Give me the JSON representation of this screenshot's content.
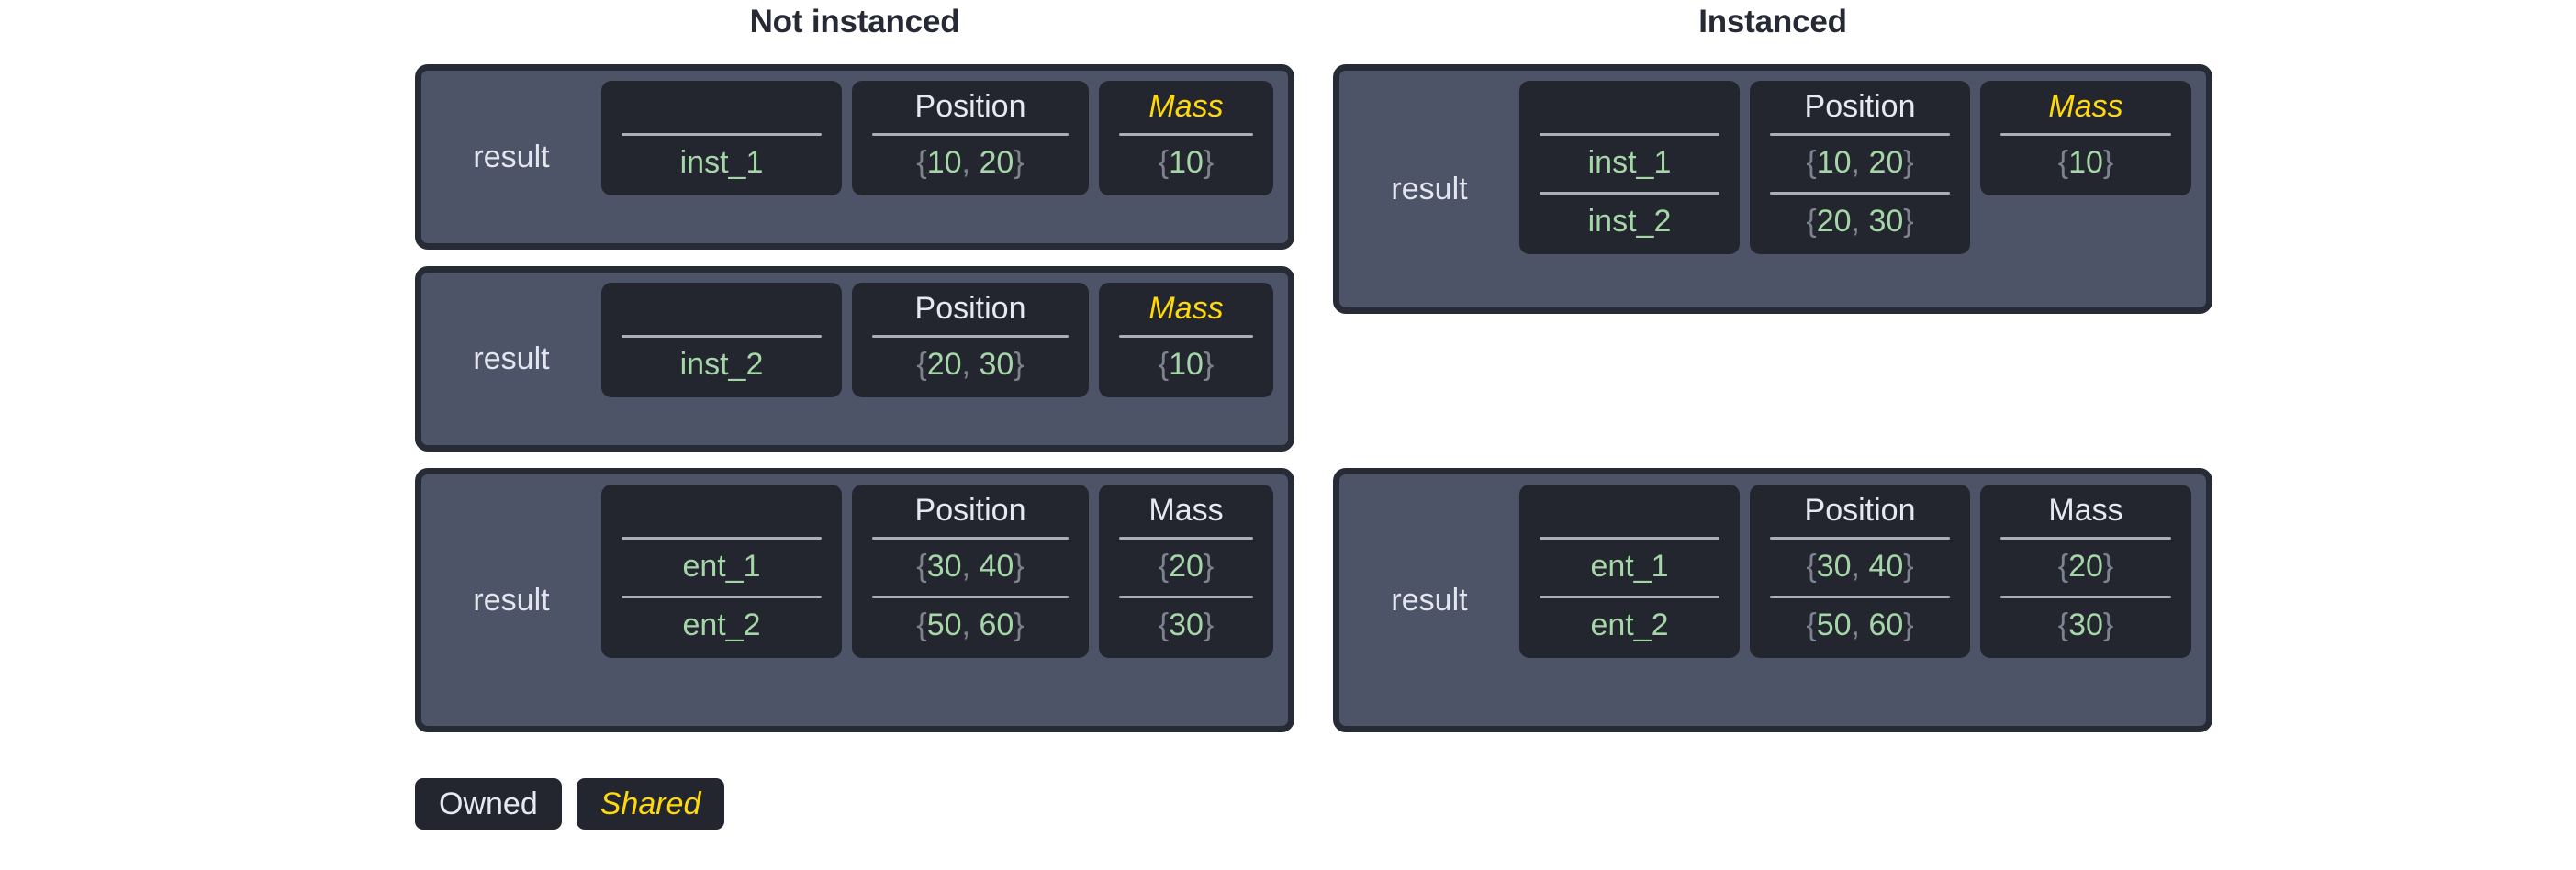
{
  "columns": [
    {
      "key": "not_instanced",
      "title": "Not instanced"
    },
    {
      "key": "instanced",
      "title": "Instanced"
    }
  ],
  "colors": {
    "owned_text": "#e6e9f0",
    "shared_text": "#ffd90a",
    "value_green": "#a5d6a7",
    "brace_gray": "#7d828f",
    "panel_slate": "#4e5468",
    "cell_dark": "#23262f",
    "border_dark": "#272b36",
    "title_dark": "#252a35",
    "rule_gray": "#a9aeb8"
  },
  "headers": {
    "name_blank": "",
    "position": "Position",
    "mass": "Mass"
  },
  "legend": {
    "owned": "Owned",
    "shared": "Shared"
  },
  "not_instanced": {
    "tables": [
      {
        "label": "result",
        "name_col": {
          "header": "",
          "rows": [
            "inst_1"
          ]
        },
        "position_col": {
          "header": "Position",
          "shared": false,
          "rows": [
            "{10, 20}"
          ]
        },
        "mass_col": {
          "header": "Mass",
          "shared": true,
          "rows": [
            "{10}"
          ]
        }
      },
      {
        "label": "result",
        "name_col": {
          "header": "",
          "rows": [
            "inst_2"
          ]
        },
        "position_col": {
          "header": "Position",
          "shared": false,
          "rows": [
            "{20, 30}"
          ]
        },
        "mass_col": {
          "header": "Mass",
          "shared": true,
          "rows": [
            "{10}"
          ]
        }
      },
      {
        "label": "result",
        "name_col": {
          "header": "",
          "rows": [
            "ent_1",
            "ent_2"
          ]
        },
        "position_col": {
          "header": "Position",
          "shared": false,
          "rows": [
            "{30, 40}",
            "{50, 60}"
          ]
        },
        "mass_col": {
          "header": "Mass",
          "shared": false,
          "rows": [
            "{20}",
            "{30}"
          ]
        }
      }
    ]
  },
  "instanced": {
    "tables": [
      {
        "label": "result",
        "name_col": {
          "header": "",
          "rows": [
            "inst_1",
            "inst_2"
          ]
        },
        "position_col": {
          "header": "Position",
          "shared": false,
          "rows": [
            "{10, 20}",
            "{20, 30}"
          ]
        },
        "mass_col": {
          "header": "Mass",
          "shared": true,
          "rows": [
            "{10}"
          ]
        }
      },
      {
        "label": "result",
        "name_col": {
          "header": "",
          "rows": [
            "ent_1",
            "ent_2"
          ]
        },
        "position_col": {
          "header": "Position",
          "shared": false,
          "rows": [
            "{30, 40}",
            "{50, 60}"
          ]
        },
        "mass_col": {
          "header": "Mass",
          "shared": false,
          "rows": [
            "{20}",
            "{30}"
          ]
        }
      }
    ]
  }
}
